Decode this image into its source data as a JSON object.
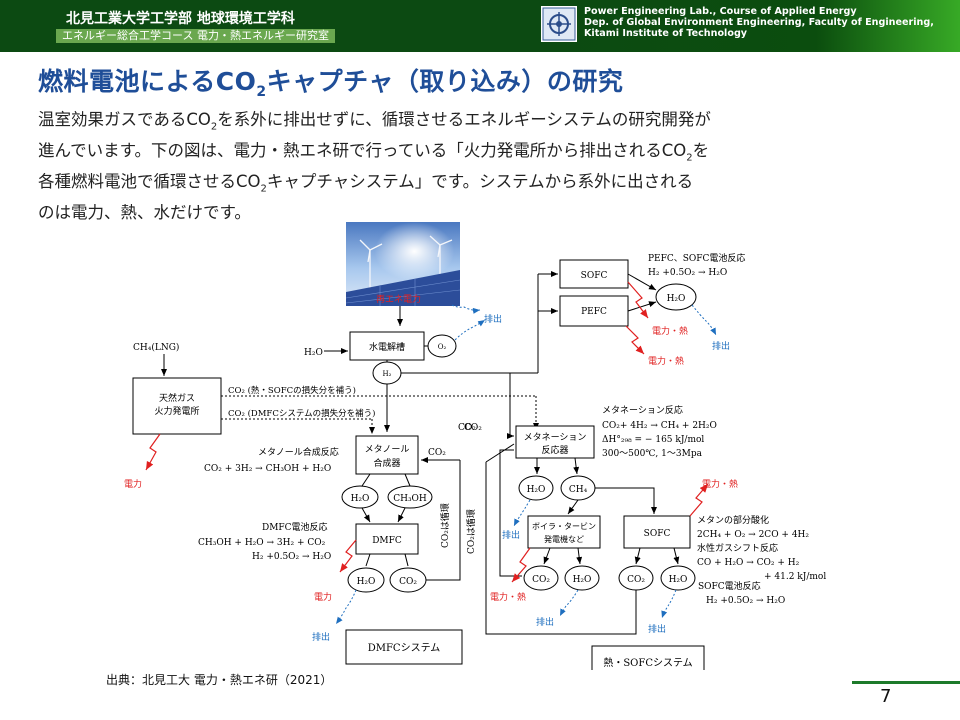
{
  "header": {
    "line1": "北見工業大学工学部 地球環境工学科",
    "line2": "エネルギー総合工学コース 電力・熱エネルギー研究室",
    "right": [
      "Power Engineering Lab., Course of Applied Energy",
      "Dep. of Global Environment Engineering, Faculty of Engineering,",
      "Kitami Institute of Technology"
    ]
  },
  "title": {
    "pre": "燃料電池によるCO",
    "sub": "2",
    "post": "キャプチャ（取り込み）の研究"
  },
  "body": {
    "l1a": "温室効果ガスであるCO",
    "l1b": "を系外に排出せずに、循環させるエネルギーシステムの研究開発が",
    "l2a": "進んでいます。下の図は、電力・熱エネ研で行っている「火力発電所から排出されるCO",
    "l2b": "を",
    "l3a": "各種燃料電池で循環させるCO",
    "l3b": "キャプチャシステム」です。システムから系外に出される",
    "l4": "のは電力、熱、水だけです。",
    "sub2": "2"
  },
  "diagram": {
    "renewable": "再エネ電力",
    "exhaust": "排出",
    "ch4lng": "CH₄(LNG)",
    "h2o_in": "H₂O",
    "electrolysis": "水電解槽",
    "o2": "O₂",
    "h2": "H₂",
    "plant": [
      "天然ガス",
      "火力発電所"
    ],
    "co2_sofc": "CO₂ (熱・SOFCの損失分を補う)",
    "co2_dmfc": "CO₂ (DMFCシステムの損失分を補う)",
    "power": "電力",
    "power_heat": "電力・熱",
    "co2": "CO₂",
    "h2o": "H₂O",
    "ch4": "CH₄",
    "ch3oh": "CH₃OH",
    "methanol_rxn_title": "メタノール合成反応",
    "methanol_rxn": "CO₂ + 3H₂ → CH₃OH + H₂O",
    "methanol_reactor": [
      "メタノール",
      "合成器"
    ],
    "dmfc_title": "DMFC電池反応",
    "dmfc_r1": "CH₃OH + H₂O → 3H₂ + CO₂",
    "dmfc_r2": "H₂ +0.5O₂ → H₂O",
    "dmfc": "DMFC",
    "co2_circ": "CO₂は循環",
    "dmfc_system": "DMFCシステム",
    "sofc": "SOFC",
    "pefc": "PEFC",
    "pefc_sofc_title": "PEFC、SOFC電池反応",
    "pefc_sofc_rxn": "H₂ +0.5O₂ → H₂O",
    "meth_title": "メタネーション反応",
    "meth_r1": "CO₂+ 4H₂ → CH₄ + 2H₂O",
    "meth_r2": "ΔH°₂₉₈ = − 165 kJ/mol",
    "meth_r3": "300〜500℃, 1〜3Mpa",
    "meth_reactor": [
      "メタネーション",
      "反応器"
    ],
    "boiler": [
      "ボイラ・タービン",
      "発電機など"
    ],
    "partial_title": "メタンの部分酸化",
    "partial_r": "2CH₄ + O₂ → 2CO + 4H₂",
    "shift_title": "水性ガスシフト反応",
    "shift_r": "CO + H₂O → CO₂ + H₂",
    "shift_dh": "+ 41.2 kJ/mol",
    "sofc_rxn_title": "SOFC電池反応",
    "sofc_rxn": "H₂ +0.5O₂ → H₂O",
    "sofc_system": "熱・SOFCシステム"
  },
  "source": "出典：北見工大 電力・熱エネ研（2021）",
  "page_number": "7",
  "colors": {
    "header_bg": "#0c4a12",
    "title": "#1f4e98",
    "power_red": "#e02020",
    "exhaust_blue": "#1f6fbf"
  }
}
